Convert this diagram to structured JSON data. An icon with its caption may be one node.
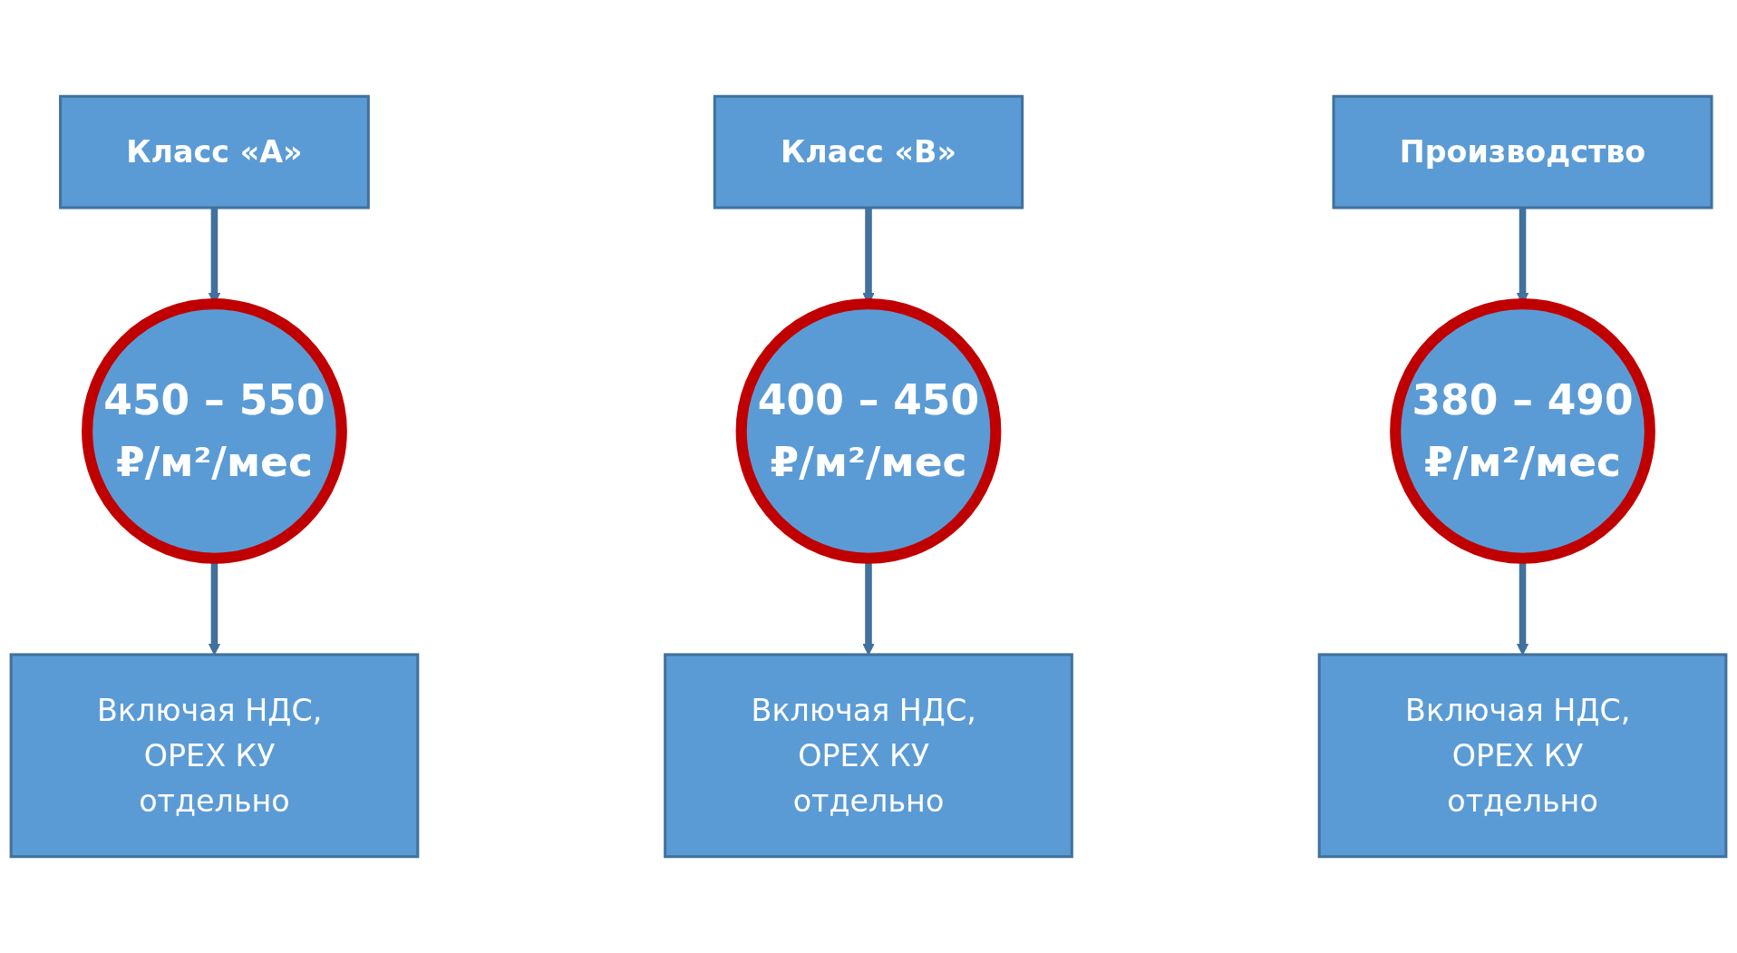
{
  "diagram": {
    "nodes": [
      {
        "text": [
          "Класс «А»"
        ]
      },
      {
        "text": [
          "450 – 550",
          "₽/м²/мес"
        ]
      },
      {
        "text": [
          "Включая НДС, OPEX КУ отдельно"
        ]
      },
      {
        "text": [
          "Класс «В»"
        ]
      },
      {
        "text": [
          "400 – 450",
          "₽/м²/мес"
        ]
      },
      {
        "text": [
          "Включая НДС, OPEX КУ отдельно"
        ]
      },
      {
        "text": [
          "Производство"
        ]
      },
      {
        "text": [
          "380 – 490",
          "₽/м²/мес"
        ]
      },
      {
        "text": [
          "Включая НДС, OPEX КУ отдельно"
        ]
      }
    ],
    "edges": [
      {
        "from": 0,
        "to": 1,
        "arrow": "to"
      },
      {
        "from": 1,
        "to": 2,
        "arrow": "to"
      },
      {
        "from": 3,
        "to": 4,
        "arrow": "to"
      },
      {
        "from": 4,
        "to": 5,
        "arrow": "to"
      },
      {
        "from": 6,
        "to": 7,
        "arrow": "to"
      },
      {
        "from": 7,
        "to": 8,
        "arrow": "to"
      }
    ]
  }
}
